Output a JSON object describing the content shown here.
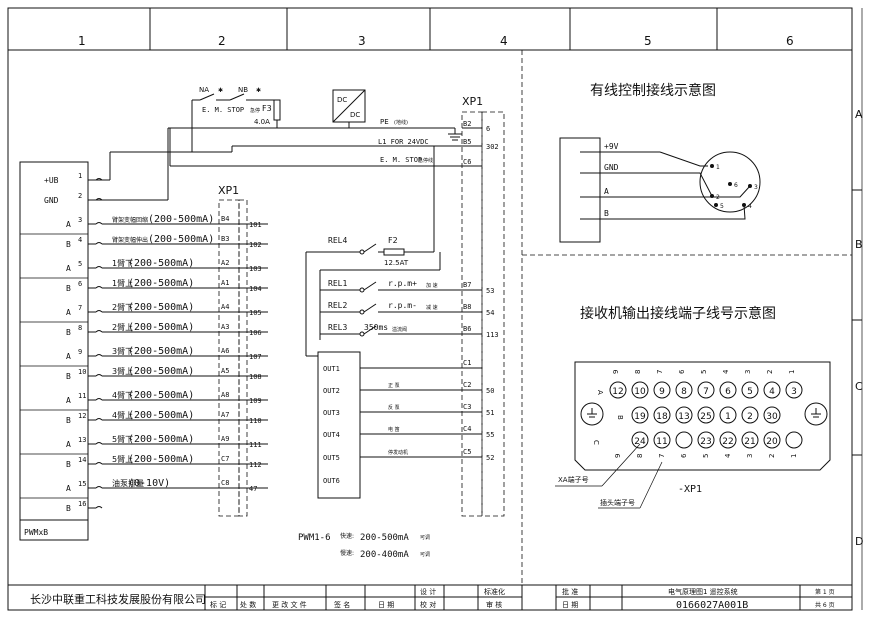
{
  "grid": {
    "columns": [
      "1",
      "2",
      "3",
      "4",
      "5",
      "6"
    ],
    "rows": [
      "A",
      "B",
      "C",
      "D"
    ]
  },
  "terminals": {
    "device_label": "PWMxB",
    "left_groups": [
      {
        "num": "1",
        "side": "+UB"
      },
      {
        "num": "2",
        "side": "GND"
      },
      {
        "num": "3",
        "side": "A"
      },
      {
        "num": "4",
        "side": "B"
      },
      {
        "num": "5",
        "side": "A"
      },
      {
        "num": "6",
        "side": "B"
      },
      {
        "num": "7",
        "side": "A"
      },
      {
        "num": "8",
        "side": "B"
      },
      {
        "num": "9",
        "side": "A"
      },
      {
        "num": "10",
        "side": "B"
      },
      {
        "num": "11",
        "side": "A"
      },
      {
        "num": "12",
        "side": "B"
      },
      {
        "num": "13",
        "side": "A"
      },
      {
        "num": "14",
        "side": "B"
      },
      {
        "num": "15",
        "side": "A"
      },
      {
        "num": "16",
        "side": "B"
      }
    ],
    "signals": [
      {
        "num": "3",
        "name": "臂架变幅回缩",
        "range": "(200-500mA)",
        "pin": "B4",
        "wire": "101"
      },
      {
        "num": "4",
        "name": "臂架变幅伸出",
        "range": "(200-500mA)",
        "pin": "B3",
        "wire": "102"
      },
      {
        "num": "5",
        "name": "1臂下",
        "range": "(200-500mA)",
        "pin": "A2",
        "wire": "103"
      },
      {
        "num": "6",
        "name": "1臂上",
        "range": "(200-500mA)",
        "pin": "A1",
        "wire": "104"
      },
      {
        "num": "7",
        "name": "2臂下",
        "range": "(200-500mA)",
        "pin": "A4",
        "wire": "105"
      },
      {
        "num": "8",
        "name": "2臂上",
        "range": "(200-500mA)",
        "pin": "A3",
        "wire": "106"
      },
      {
        "num": "9",
        "name": "3臂下",
        "range": "(200-500mA)",
        "pin": "A6",
        "wire": "107"
      },
      {
        "num": "10",
        "name": "3臂上",
        "range": "(200-500mA)",
        "pin": "A5",
        "wire": "108"
      },
      {
        "num": "11",
        "name": "4臂下",
        "range": "(200-500mA)",
        "pin": "A8",
        "wire": "109"
      },
      {
        "num": "12",
        "name": "4臂上",
        "range": "(200-500mA)",
        "pin": "A7",
        "wire": "110"
      },
      {
        "num": "13",
        "name": "5臂下",
        "range": "(200-500mA)",
        "pin": "A9",
        "wire": "111"
      },
      {
        "num": "14",
        "name": "5臂上",
        "range": "(200-500mA)",
        "pin": "C7",
        "wire": "112"
      },
      {
        "num": "15",
        "name": "油泵排量",
        "range": "(0-10V)",
        "pin": "C8",
        "wire": "47"
      }
    ],
    "xp1_label": "XP1"
  },
  "power": {
    "na": "NA",
    "nb": "NB",
    "estop_label": "E. M. STOP",
    "estop_suffix": "急停",
    "fuse_f3": "F3",
    "fuse_f3_val": "4.0A",
    "dcdc_top": "DC",
    "dcdc_bot": "DC",
    "pe": "PE",
    "pe_suffix": "(地线)",
    "l1": "L1  FOR  24VDC",
    "estop2": "E. M. STOP",
    "estop2_suffix": "急停线",
    "xp1_label": "XP1",
    "pins": [
      {
        "pin": "B2",
        "wire": "6"
      },
      {
        "pin": "B5",
        "wire": "302"
      },
      {
        "pin": "C6",
        "wire": ""
      }
    ]
  },
  "relays": {
    "rel4": "REL4",
    "f2": "F2",
    "f2_val": "12.5AT",
    "items": [
      {
        "name": "REL1",
        "func": "r.p.m+",
        "func2": "加 速",
        "pin": "B7",
        "wire": "53"
      },
      {
        "name": "REL2",
        "func": "r.p.m-",
        "func2": "减 速",
        "pin": "B8",
        "wire": "54"
      },
      {
        "name": "REL3",
        "func": "350ms",
        "func2": "溢流阀",
        "pin": "B6",
        "wire": "113"
      }
    ]
  },
  "outputs": {
    "items": [
      {
        "out": "OUT1",
        "func": "",
        "pin": "C1",
        "wire": ""
      },
      {
        "out": "OUT2",
        "func": "正  泵",
        "pin": "C2",
        "wire": "50"
      },
      {
        "out": "OUT3",
        "func": "反  泵",
        "pin": "C3",
        "wire": "51"
      },
      {
        "out": "OUT4",
        "func": "电  笛",
        "pin": "C4",
        "wire": "55"
      },
      {
        "out": "OUT5",
        "func": "停发动机",
        "pin": "C5",
        "wire": "52"
      },
      {
        "out": "OUT6",
        "func": "",
        "pin": "",
        "wire": ""
      }
    ]
  },
  "notes": {
    "pwm": "PWM1-6",
    "fast_label": "快速:",
    "fast_val": "200-500mA",
    "fast_suffix": "可调",
    "slow_label": "慢速:",
    "slow_val": "200-400mA",
    "slow_suffix": "可调"
  },
  "wired_control": {
    "title": "有线控制接线示意图",
    "lines": [
      "+9V",
      "GND",
      "A",
      "B"
    ],
    "pins": [
      "1",
      "2",
      "3",
      "4",
      "5",
      "6"
    ]
  },
  "receiver": {
    "title": "接收机输出接线端子线号示意图",
    "top_row": [
      "9",
      "8",
      "7",
      "6",
      "5",
      "4",
      "3",
      "2",
      "1"
    ],
    "row1": [
      "12",
      "10",
      "9",
      "8",
      "7",
      "6",
      "5",
      "4",
      "3"
    ],
    "row2": [
      "19",
      "18",
      "13",
      "25",
      "1",
      "2",
      "30"
    ],
    "row3": [
      "24",
      "11",
      "",
      "23",
      "22",
      "21",
      "20",
      ""
    ],
    "side_a": "A",
    "side_b": "B",
    "side_c": "C",
    "bot_row": [
      "9",
      "8",
      "7",
      "6",
      "5",
      "4",
      "3",
      "2",
      "1"
    ],
    "xa_label": "XA端子号",
    "head_label": "插头端子号",
    "xp1": "-XP1"
  },
  "title_block": {
    "company": "长沙中联重工科技发展股份有限公司",
    "cells": [
      "标 记",
      "处 数",
      "更 改 文 件",
      "签  名",
      "日  期"
    ],
    "design": "设 计",
    "proof": "校 对",
    "std": "标准化",
    "review": "审 核",
    "approve": "批 准",
    "date": "日 期",
    "drawing_name": "电气原理图1  遥控系统",
    "drawing_no": "0166027A001B",
    "sheet": "第 1 页",
    "total": "共 6 页"
  }
}
